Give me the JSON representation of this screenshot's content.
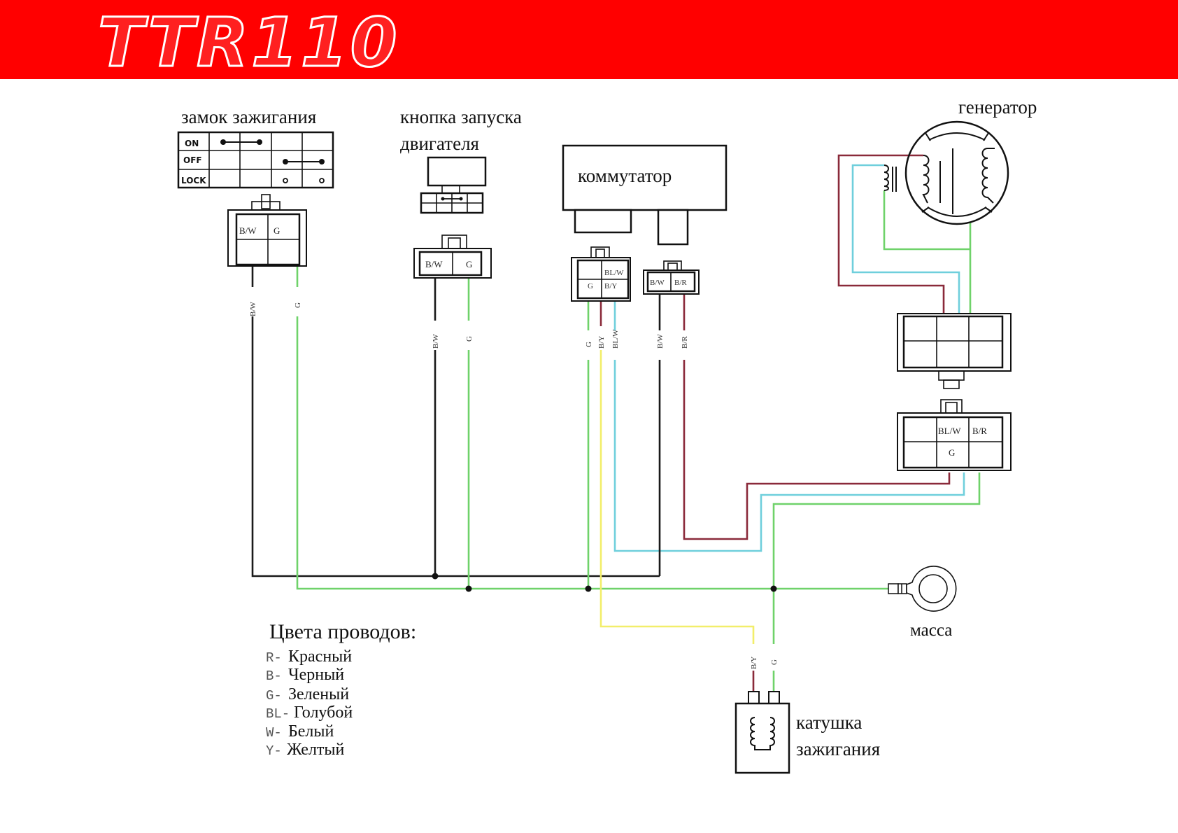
{
  "header": {
    "title": "TTR110",
    "background_color": "#ff0000"
  },
  "components": {
    "ignition_switch": {
      "label": "замок зажигания",
      "rows": [
        "ON",
        "OFF",
        "LOCK"
      ],
      "connector_pins": [
        "B/W",
        "G"
      ]
    },
    "start_button": {
      "label_line1": "кнопка запуска",
      "label_line2": "двигателя",
      "connector_pins": [
        "B/W",
        "G"
      ]
    },
    "cdi": {
      "label": "коммутатор",
      "connector1_pins": [
        "BL/W",
        "G",
        "B/Y"
      ],
      "connector2_pins": [
        "B/W",
        "B/R"
      ]
    },
    "generator": {
      "label": "генератор",
      "connector_pins": [
        "BL/W",
        "B/R",
        "G"
      ]
    },
    "ground": {
      "label": "масса"
    },
    "ignition_coil": {
      "label_line1": "катушка",
      "label_line2": "зажигания",
      "wire_labels": [
        "B/Y",
        "G"
      ]
    }
  },
  "wire_labels": {
    "switch": [
      "B/W",
      "G"
    ],
    "button": [
      "B/W",
      "G"
    ],
    "cdi": [
      "G",
      "B/Y",
      "BL/W",
      "B/W",
      "B/R"
    ]
  },
  "wire_colors": {
    "black": "#1a1a1a",
    "green": "#6fd26a",
    "blue": "#6fcfdc",
    "red": "#8a2a3a",
    "yellow": "#f2ee6a"
  },
  "legend": {
    "title": "Цвета проводов:",
    "items": [
      {
        "code": "R-",
        "name": "Красный"
      },
      {
        "code": "B-",
        "name": "Черный"
      },
      {
        "code": "G-",
        "name": "Зеленый"
      },
      {
        "code": "BL-",
        "name": "Голубой"
      },
      {
        "code": "W-",
        "name": "Белый"
      },
      {
        "code": "Y-",
        "name": "Желтый"
      }
    ]
  }
}
